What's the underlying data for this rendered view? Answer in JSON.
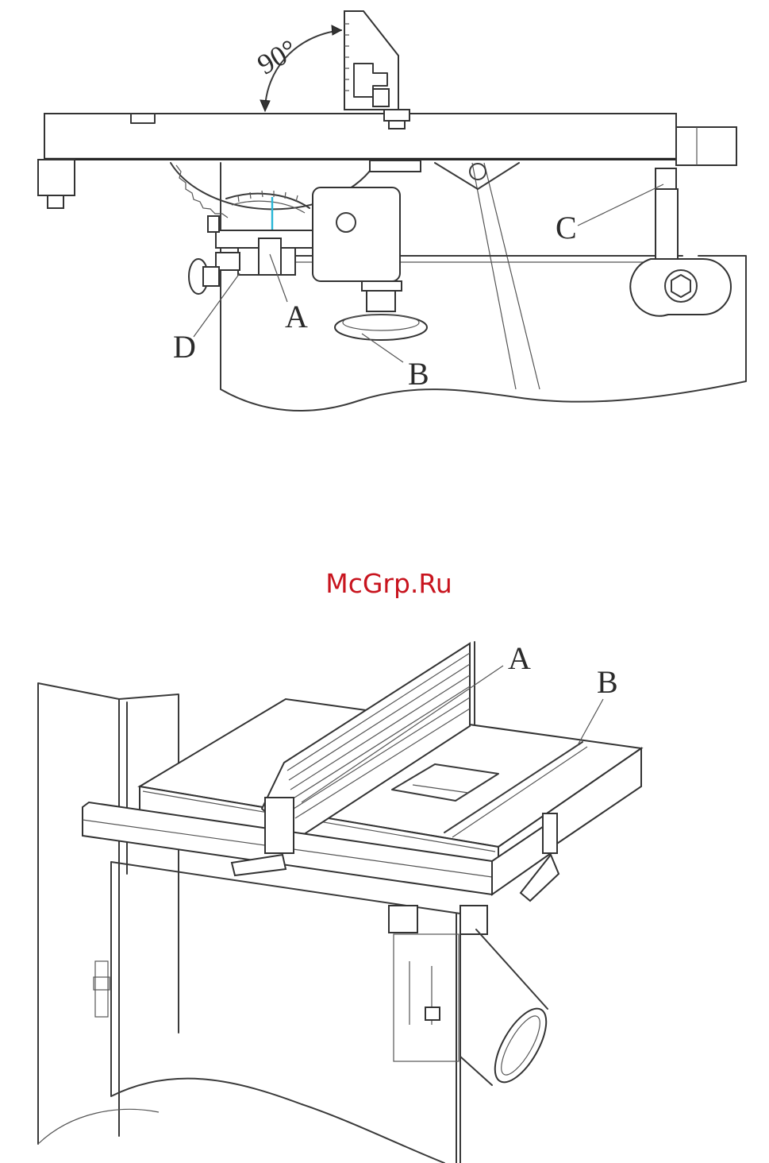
{
  "watermark": {
    "text": "McGrp.Ru",
    "color": "#c8141e"
  },
  "figure_top": {
    "angle_label": "90°",
    "callouts": {
      "a": "A",
      "b": "B",
      "c": "C",
      "d": "D"
    },
    "indicator_color": "#29b6d6"
  },
  "figure_bottom": {
    "callouts": {
      "a": "A",
      "b": "B"
    }
  }
}
